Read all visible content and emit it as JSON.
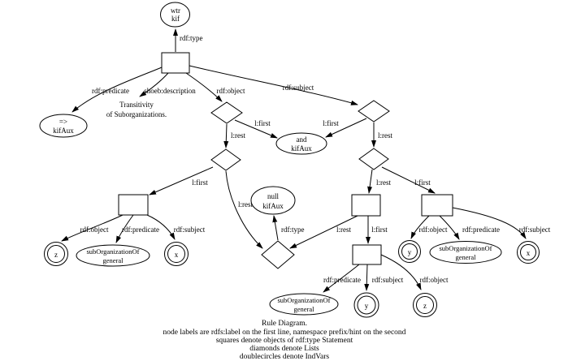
{
  "colors": {
    "ink": "#000000",
    "background": "#ffffff"
  },
  "nodes": {
    "wtr_kif": [
      "wtr",
      "kif"
    ],
    "impl_kifaux": [
      "=>",
      "kifAux"
    ],
    "description": [
      "Transitivity",
      "of Suborganizations."
    ],
    "and_kifaux": [
      "and",
      "kifAux"
    ],
    "null_kifaux": [
      "null",
      "kifAux"
    ],
    "suborg_left": [
      "subOrganizationOf",
      "general"
    ],
    "suborg_right": [
      "subOrganizationOf",
      "general"
    ],
    "suborg_bottom": [
      "subOrganizationOf",
      "general"
    ],
    "var_z_left": "z",
    "var_x_left": "x",
    "var_y_right": "y",
    "var_x_right": "x",
    "var_y_bottom": "y",
    "var_z_bottom": "z"
  },
  "edges": {
    "main_type": "rdf:type",
    "main_predicate": "rdf:predicate",
    "main_description": "shoeb:description",
    "main_object": "rdf:object",
    "main_subject": "rdf:subject",
    "l1_first": "l:first",
    "l1_rest": "l:rest",
    "r1_first": "l:first",
    "r1_rest": "l:rest",
    "l2_first": "l:first",
    "l2_rest": "l:rest",
    "r2_rest": "l:rest",
    "r2_first": "l:first",
    "mid_rest": "l:rest",
    "mid_first": "l:first",
    "null_type": "rdf:type",
    "left_object": "rdf:object",
    "left_predicate": "rdf:predicate",
    "left_subject": "rdf:subject",
    "right_object": "rdf:object",
    "right_predicate": "rdf:predicate",
    "right_subject": "rdf:subject",
    "bottom_predicate": "rdf:predicate",
    "bottom_subject": "rdf:subject",
    "bottom_object": "rdf:object"
  },
  "caption": [
    "Rule Diagram.",
    "node labels are rdfs:label on the first line, namespace prefix/hint on the second",
    "squares denote objects of rdf:type Statement",
    "diamonds denote Lists",
    "doublecircles denote IndVars"
  ]
}
